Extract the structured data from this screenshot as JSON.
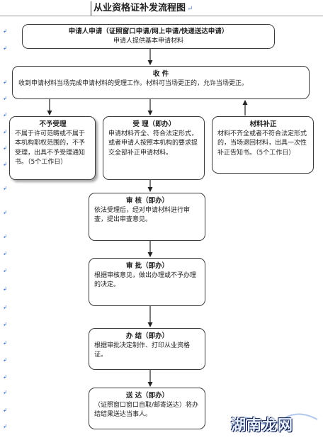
{
  "title": "从业资格证补发流程图",
  "nodes": {
    "apply": {
      "head": "申请人申请（证照窗口申请/网上申请/快递送达申请）",
      "body": "申请人提供基本申请材料"
    },
    "receive": {
      "head": "收 件",
      "body": "收到申请材料当场完成申请材料的受理工作。材料可当场更正的，允许当场更正。"
    },
    "reject": {
      "head": "不予受理",
      "body": "不属于许可范畴或不属于本机构职权范围的，不予受理，出具不予受理通知书。（5个工作日）"
    },
    "accept": {
      "head": "受 理（即办）",
      "body": "申请材料齐全、符合法定形式，或者申请人按照本机构的要求提交全部补正申请材料。"
    },
    "supplement": {
      "head": "材料补正",
      "body": "材料不齐全或者不符合法定形式的，当场退回材料，出具一次性补正告知书。（5个工作日）"
    },
    "review": {
      "head": "审 核（即办）",
      "body": "依法受理后，经对申请材料进行审查，提出审查意见。"
    },
    "approve": {
      "head": "审 批（即办）",
      "body": "根据审核意见，做出办理或不予办理的决定。"
    },
    "complete": {
      "head": "办 结（即办）",
      "body": "根据审批决定制作、打印从业资格证。"
    },
    "deliver": {
      "head": "送 达（即办）",
      "body": "（证照窗口窗口自取/邮寄送达）将办结结果送达当事人。"
    }
  },
  "watermark": "湖南龙网"
}
